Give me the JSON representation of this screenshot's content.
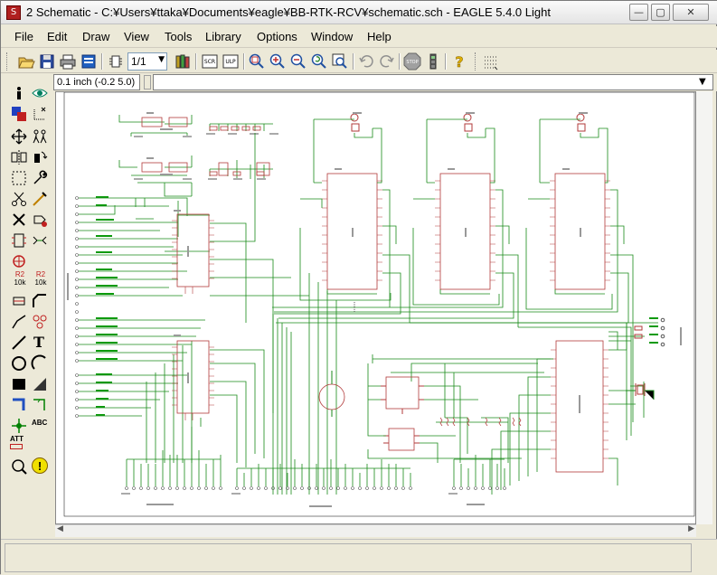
{
  "window": {
    "title": "2 Schematic - C:¥Users¥ttaka¥Documents¥eagle¥BB-RTK-RCV¥schematic.sch - EAGLE 5.4.0 Light",
    "app_icon_glyph": "S"
  },
  "controls": {
    "minimize": "—",
    "maximize": "▢",
    "close": "✕"
  },
  "menu": [
    {
      "label": "File",
      "key": "file"
    },
    {
      "label": "Edit",
      "key": "edit"
    },
    {
      "label": "Draw",
      "key": "draw"
    },
    {
      "label": "View",
      "key": "view"
    },
    {
      "label": "Tools",
      "key": "tools"
    },
    {
      "label": "Library",
      "key": "library"
    },
    {
      "label": "Options",
      "key": "options"
    },
    {
      "label": "Window",
      "key": "window"
    },
    {
      "label": "Help",
      "key": "help"
    }
  ],
  "toolbar": {
    "sheet_select": "1/1",
    "stop_label": "STOP",
    "help_label": "?",
    "script_label": "SCR",
    "ulp_label": "ULP"
  },
  "coord": {
    "readout": "0.1 inch (-0.2 5.0)"
  },
  "left_tools": {
    "r2_label": "R2",
    "r2_value": "10k",
    "r2b_label": "R2",
    "r2b_value": "10k",
    "text_label": "T",
    "abc_label": "ABC",
    "att_label": "ATT",
    "info_label": "!"
  },
  "colors": {
    "wire": "#1a8a1a",
    "part": "#b23a3a",
    "label_text": "#6a6a6a",
    "net_label": "#0a9a0a",
    "frame": "#000000"
  }
}
